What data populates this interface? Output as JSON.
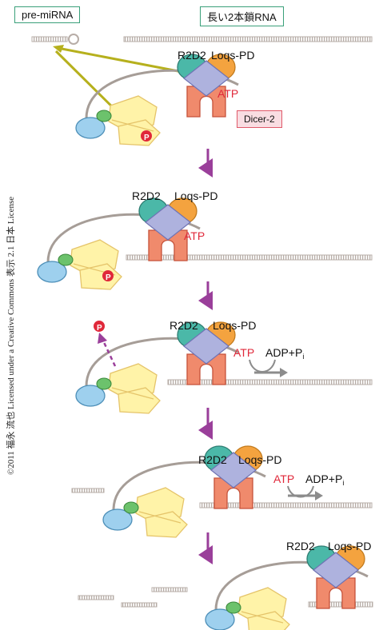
{
  "labels": {
    "pre_mirna": "pre-miRNA",
    "long_dsrna": "長い2本鎖RNA",
    "dicer": "Dicer-2",
    "r2d2": "R2D2",
    "loqs": "Loqs-PD",
    "atp": "ATP",
    "adp_pi_base": "ADP+P",
    "adp_pi_sub": "i",
    "phosphate": "P"
  },
  "credit": "©2011 福永 流也 Licensed under a Creative Commons 表示 2.1 日本 License",
  "colors": {
    "accent_red": "#e0283a",
    "arrow_purple": "#9a3f9a",
    "olive_arrow": "#b6b01d",
    "rna_strand": "#b7ada7",
    "teal_r2d2": "#4bb8a8",
    "orange_loqs": "#f4a33f",
    "lavender": "#aeb2de",
    "salmon": "#f08a6c",
    "yellow_helicase": "#fff3a8",
    "blue_domain": "#9ed0ee",
    "green_domain": "#6cc26c"
  }
}
